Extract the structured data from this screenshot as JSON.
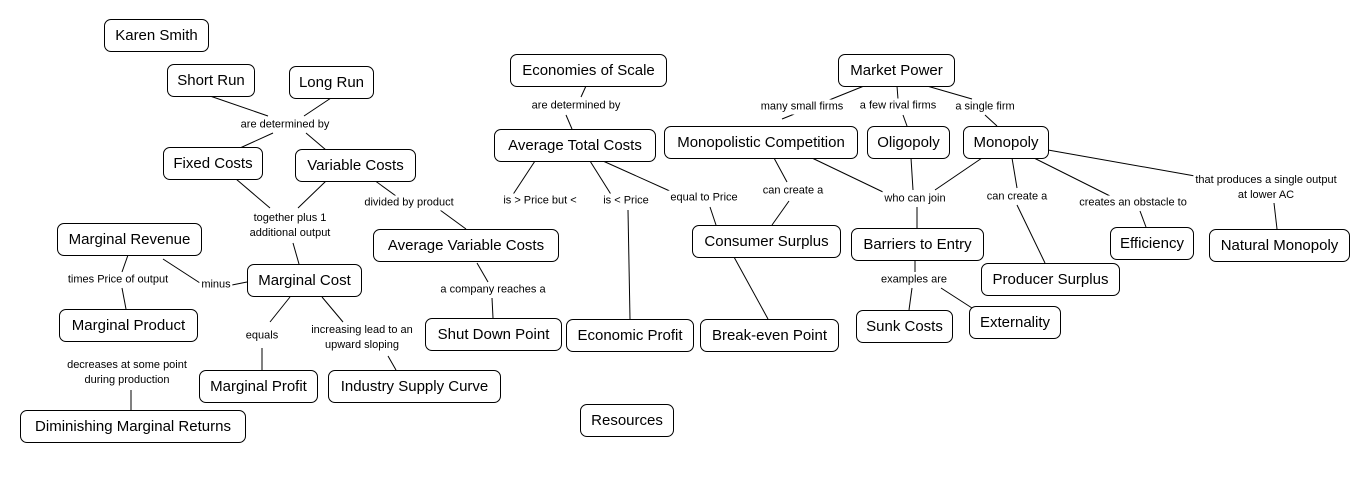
{
  "nodes": {
    "karen_smith": "Karen Smith",
    "short_run": "Short Run",
    "long_run": "Long Run",
    "fixed_costs": "Fixed Costs",
    "variable_costs": "Variable Costs",
    "marginal_revenue": "Marginal Revenue",
    "marginal_cost": "Marginal Cost",
    "marginal_product": "Marginal Product",
    "marginal_profit": "Marginal Profit",
    "industry_supply_curve": "Industry Supply Curve",
    "diminishing_marginal_returns": "Diminishing Marginal Returns",
    "economies_of_scale": "Economies of Scale",
    "average_total_costs": "Average Total Costs",
    "average_variable_costs": "Average Variable Costs",
    "shut_down_point": "Shut Down Point",
    "economic_profit": "Economic Profit",
    "break_even_point": "Break-even Point",
    "resources": "Resources",
    "market_power": "Market Power",
    "monopolistic_competition": "Monopolistic Competition",
    "oligopoly": "Oligopoly",
    "monopoly": "Monopoly",
    "consumer_surplus": "Consumer Surplus",
    "barriers_to_entry": "Barriers to Entry",
    "producer_surplus": "Producer Surplus",
    "efficiency": "Efficiency",
    "natural_monopoly": "Natural Monopoly",
    "sunk_costs": "Sunk Costs",
    "externality": "Externality"
  },
  "link_labels": {
    "are_determined_by_costs": "are determined by",
    "together_plus_one": "together plus 1\nadditional output",
    "divided_by_product": "divided by product",
    "times_price_of_output": "times Price of output",
    "minus": "minus",
    "equals": "equals",
    "increasing_lead_to": "increasing lead to an\nupward sloping",
    "decreases_at_some_point": "decreases at some point\nduring production",
    "are_determined_by_scale": "are determined by",
    "is_gt_price_but_lt": "is > Price but <",
    "is_lt_price": "is < Price",
    "equal_to_price": "equal to Price",
    "a_company_reaches_a": "a company reaches a",
    "many_small_firms": "many small firms",
    "a_few_rival_firms": "a few rival firms",
    "a_single_firm": "a single firm",
    "can_create_a_consumer": "can create a",
    "who_can_join": "who can join",
    "can_create_a_producer": "can create a",
    "creates_an_obstacle_to": "creates an obstacle to",
    "that_produces_single_output": "that produces a single output\nat lower AC",
    "examples_are": "examples are"
  }
}
